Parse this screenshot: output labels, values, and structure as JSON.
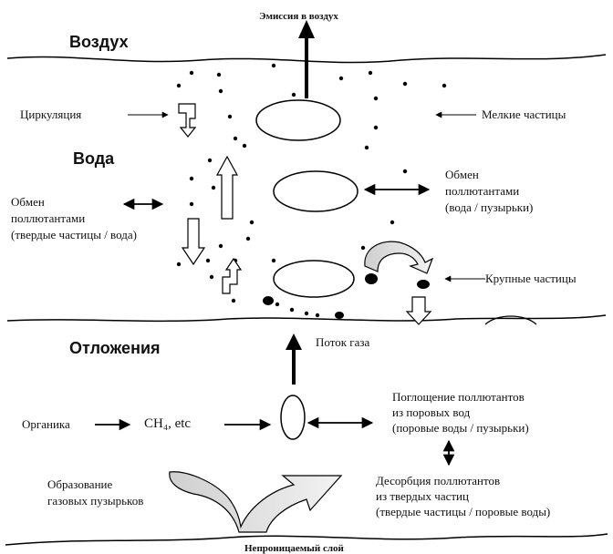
{
  "sections": {
    "air": "Воздух",
    "water": "Вода",
    "sediments": "Отложения"
  },
  "labels": {
    "emission": "Эмиссия в воздух",
    "circulation": "Циркуляция",
    "small_particles": "Мелкие частицы",
    "exchange_right": [
      "Обмен",
      "поллютантами",
      "(вода / пузырьки)"
    ],
    "exchange_left": [
      "Обмен",
      "поллютантами",
      "(твердые частицы / вода)"
    ],
    "large_particles": "Крупные частицы",
    "gas_flow": "Поток газа",
    "organics": "Органика",
    "ch4": "CH₄, etc",
    "absorption": [
      "Поглощение поллютантов",
      "из поровых вод",
      "(поровые воды / пузырьки)"
    ],
    "bubble_formation": [
      "Образование",
      "газовых пузырьков"
    ],
    "desorption": [
      "Десорбция поллютантов",
      "из твердых частиц",
      "(твердые частицы / поровые воды)"
    ],
    "impermeable": "Непроницаемый слой"
  }
}
